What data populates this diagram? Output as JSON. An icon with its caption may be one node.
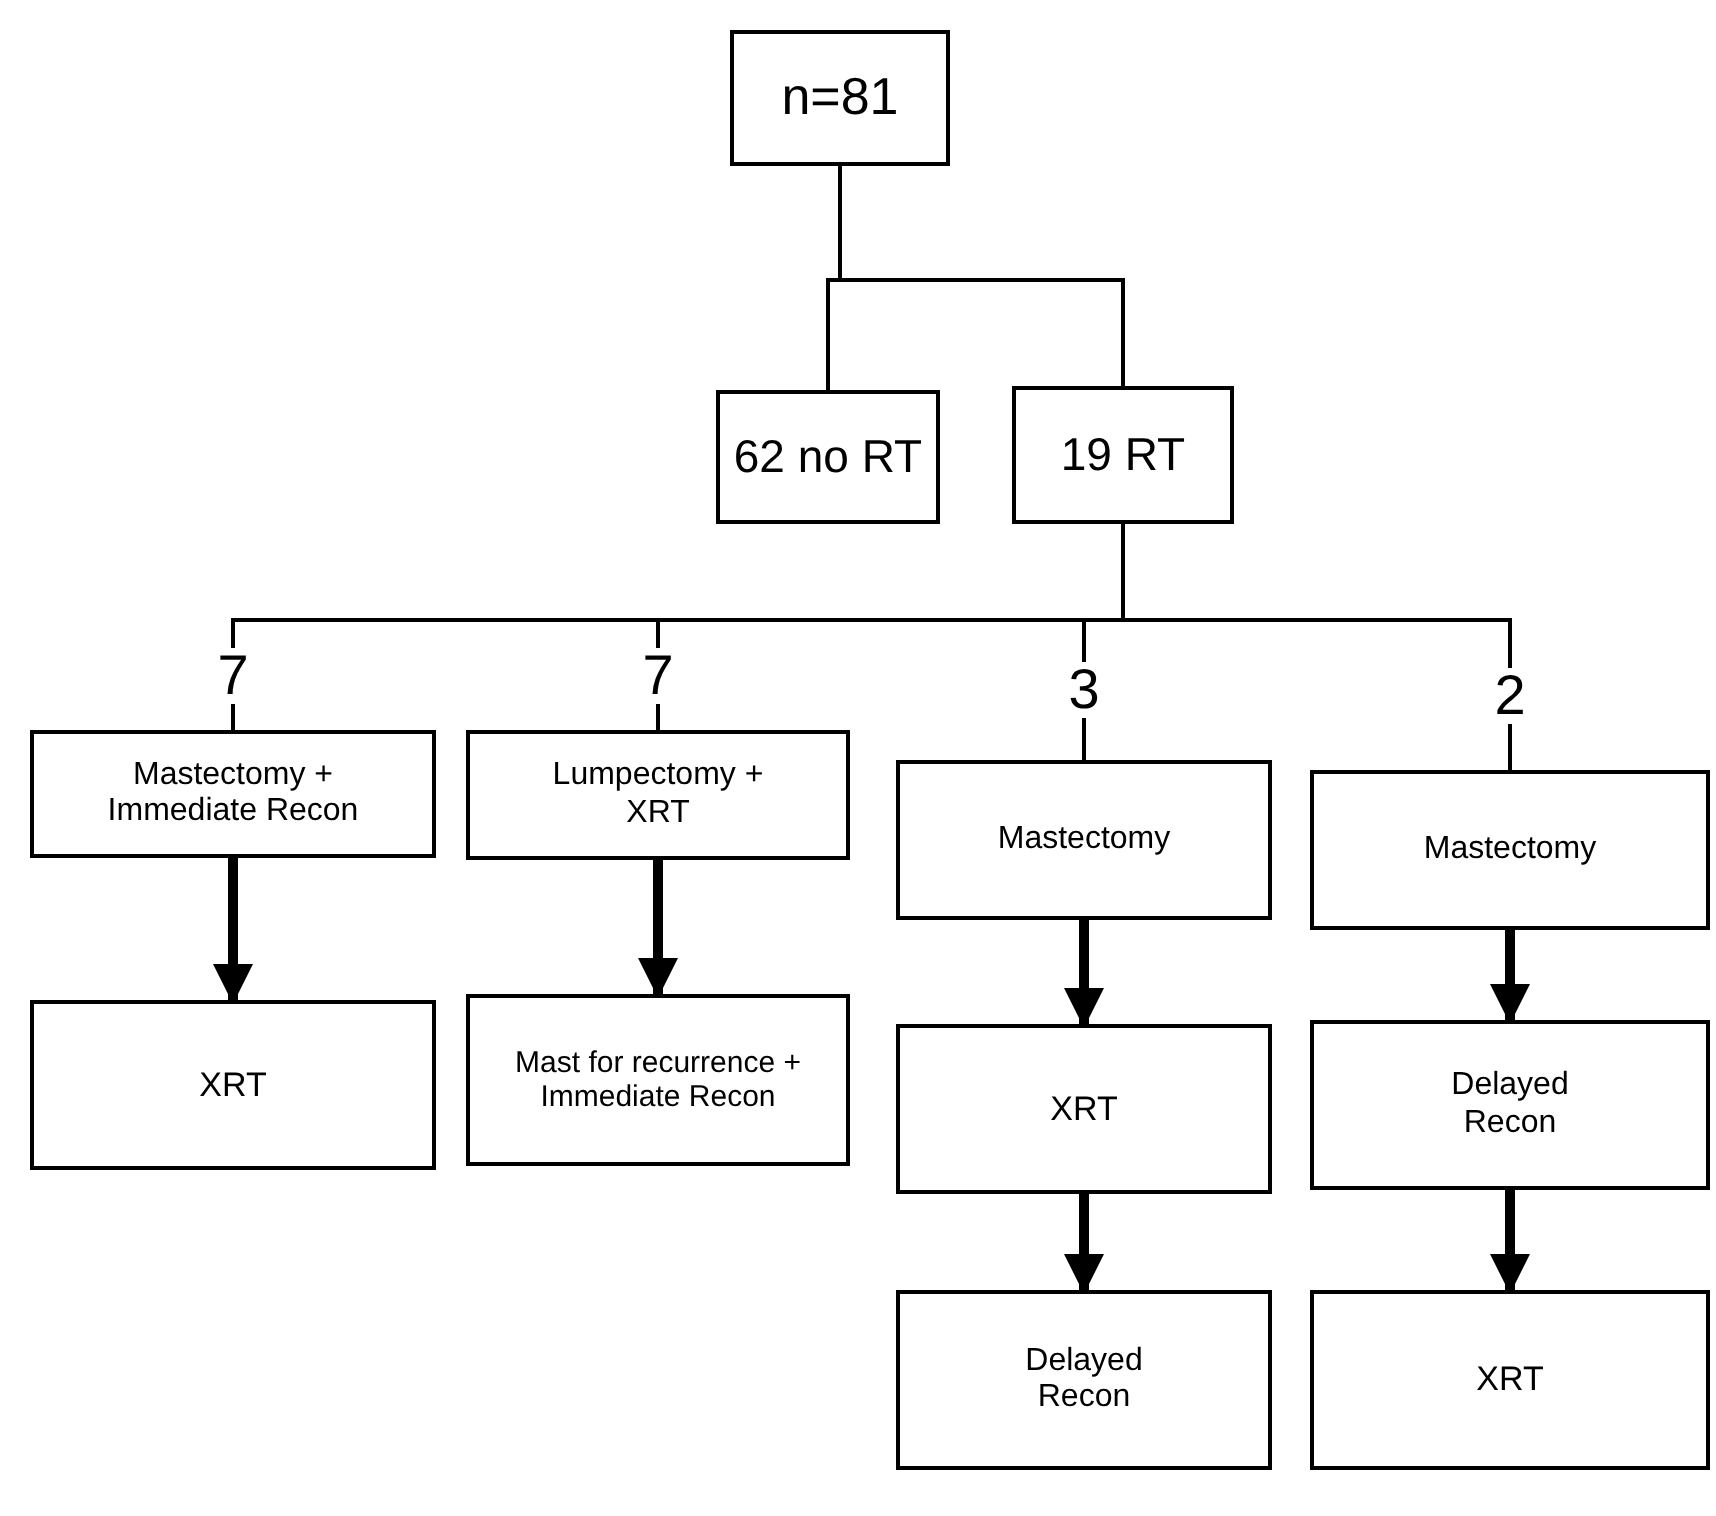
{
  "diagram": {
    "nodes": [
      {
        "text": [
          "n=81"
        ]
      },
      {
        "text": [
          "62 no RT"
        ]
      },
      {
        "text": [
          "19 RT"
        ]
      },
      {
        "text": [
          "Mastectomy + Immediate Recon"
        ]
      },
      {
        "text": [
          "Lumpectomy + XRT"
        ]
      },
      {
        "text": [
          "Mastectomy"
        ]
      },
      {
        "text": [
          "Mastectomy"
        ]
      },
      {
        "text": [
          "XRT"
        ]
      },
      {
        "text": [
          "Mast for recurrence + Immediate Recon"
        ]
      },
      {
        "text": [
          "XRT"
        ]
      },
      {
        "text": [
          "Delayed Recon"
        ]
      },
      {
        "text": [
          "Delayed Recon"
        ]
      },
      {
        "text": [
          "XRT"
        ]
      }
    ],
    "edges": [
      {
        "from": 0,
        "to": 1,
        "arrow": "none"
      },
      {
        "from": 0,
        "to": 2,
        "arrow": "none"
      },
      {
        "from": 2,
        "to": 3,
        "arrow": "none",
        "label": "7"
      },
      {
        "from": 2,
        "to": 4,
        "arrow": "none",
        "label": "7"
      },
      {
        "from": 2,
        "to": 5,
        "arrow": "none",
        "label": "3"
      },
      {
        "from": 2,
        "to": 6,
        "arrow": "none",
        "label": "2"
      },
      {
        "from": 3,
        "to": 7,
        "arrow": "to",
        "style": "thick"
      },
      {
        "from": 4,
        "to": 8,
        "arrow": "to",
        "style": "thick"
      },
      {
        "from": 5,
        "to": 9,
        "arrow": "to",
        "style": "thick"
      },
      {
        "from": 6,
        "to": 10,
        "arrow": "to",
        "style": "thick"
      },
      {
        "from": 9,
        "to": 11,
        "arrow": "to",
        "style": "thick"
      },
      {
        "from": 10,
        "to": 12,
        "arrow": "to",
        "style": "thick"
      }
    ]
  }
}
